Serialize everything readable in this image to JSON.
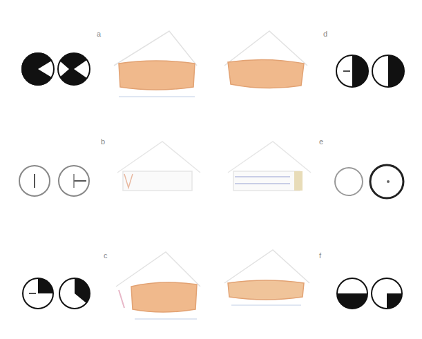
{
  "diagram": {
    "labels": [
      "a",
      "d",
      "b",
      "e",
      "c",
      "f"
    ]
  }
}
